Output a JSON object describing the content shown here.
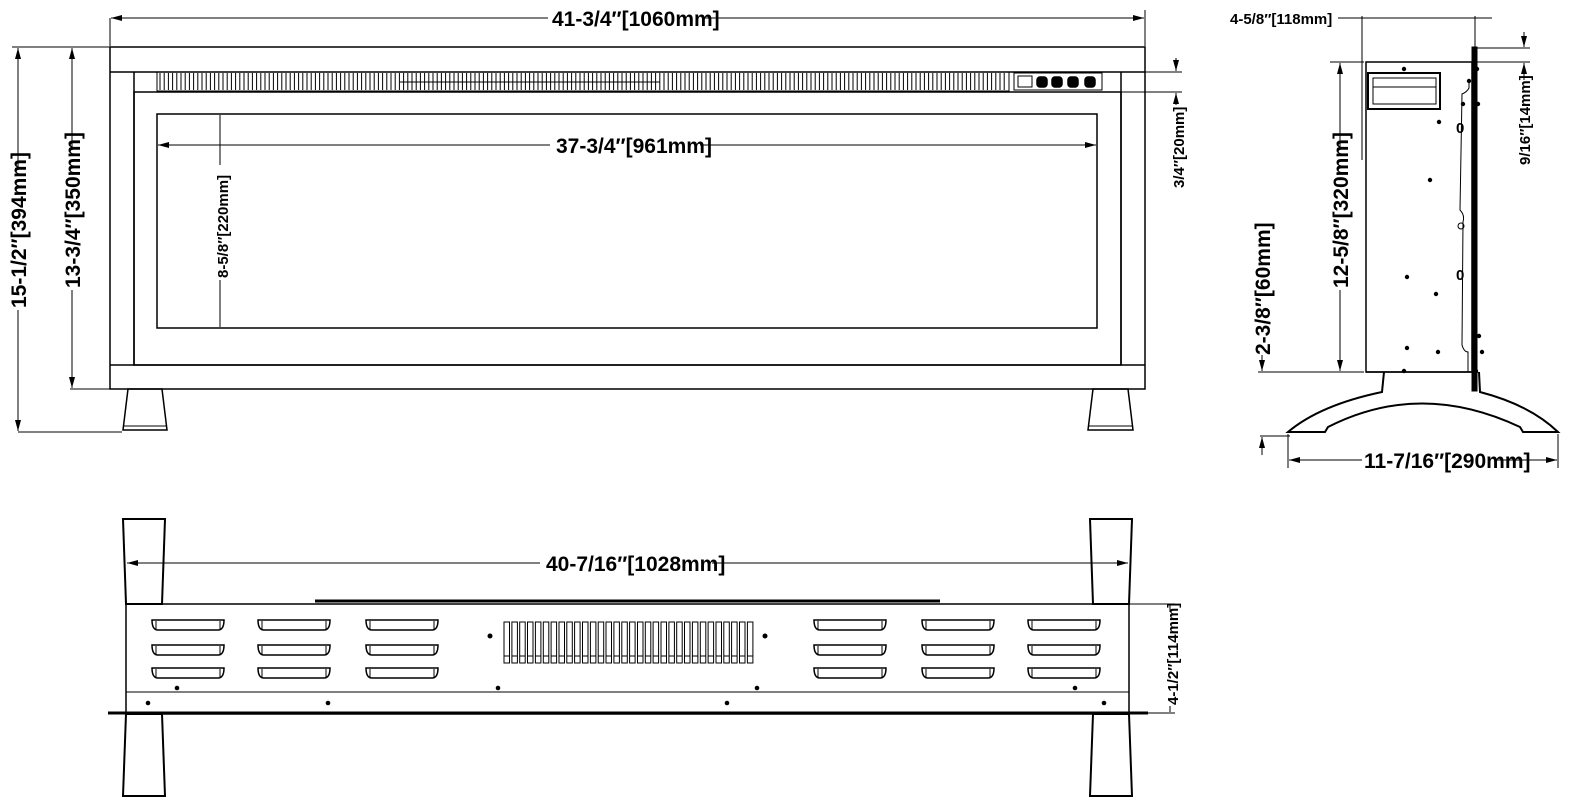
{
  "diagram": {
    "type": "dimension drawing",
    "subject": "electric fireplace with feet",
    "views": [
      "front",
      "side",
      "top"
    ]
  },
  "front_view": {
    "overall_width": "41-3/4″[1060mm]",
    "opening_width": "37-3/4″[961mm]",
    "opening_height": "8-5/8″[220mm]",
    "overall_height": "15-1/2″[394mm]",
    "body_height": "13-3/4″[350mm]",
    "top_trim": "3/4″[20mm]",
    "control_buttons": 4
  },
  "side_view": {
    "depth": "4-5/8″[118mm]",
    "top_offset": "9/16″[14mm]",
    "body_height": "12-5/8″[320mm]",
    "foot_height": "2-3/8″[60mm]",
    "foot_width": "11-7/16″[290mm]",
    "labels": [
      "0",
      "0"
    ]
  },
  "top_view": {
    "inner_width": "40-7/16″[1028mm]",
    "depth": "4-1/2″[114mm]",
    "louver_columns": 6,
    "louver_rows": 3,
    "vent_slats": 32
  }
}
